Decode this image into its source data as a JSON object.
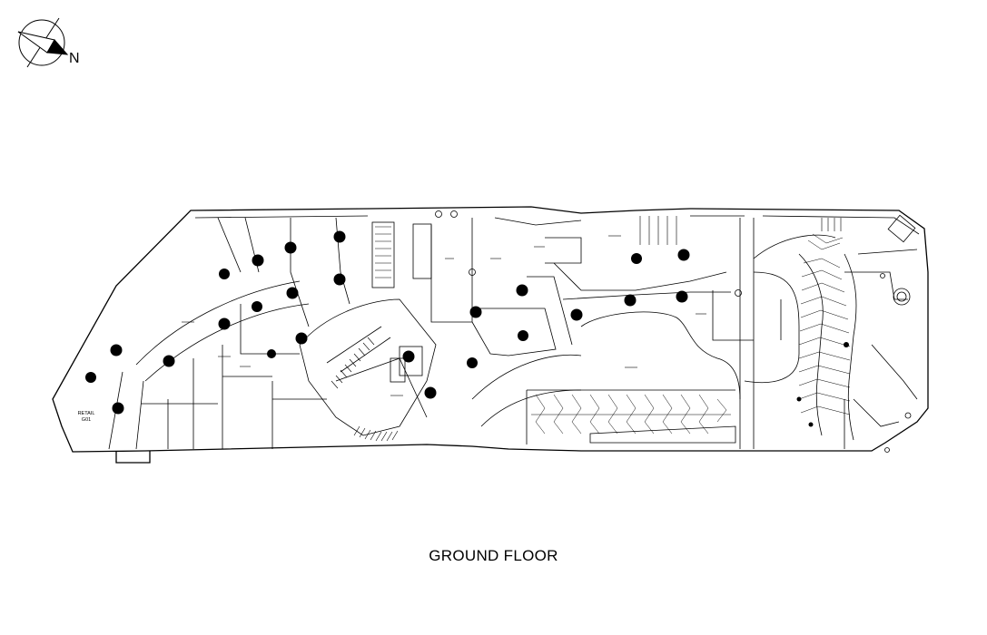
{
  "drawing": {
    "title": "GROUND FLOOR",
    "north_label": "N",
    "compass_icon": "north-arrow-icon",
    "room_labels": {
      "retail_line1": "RETAIL",
      "retail_line2": "G01"
    }
  }
}
